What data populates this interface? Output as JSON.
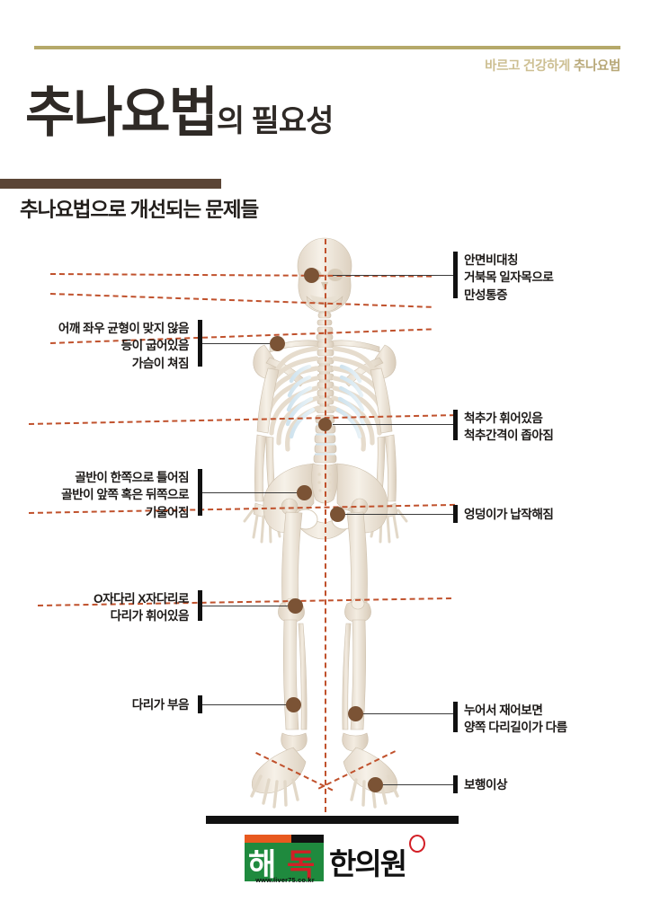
{
  "header": {
    "kicker_light": "바르고 건강하게",
    "kicker_bold": "추나요법",
    "title_main": "추나요법",
    "title_sub": "의 필요성",
    "subheading": "추나요법으로 개선되는 문제들"
  },
  "colors": {
    "rule_gold": "#b5a96a",
    "bar_brown": "#5b4536",
    "dash_red": "#c0512c",
    "dot_brown": "#7b5335",
    "bone": "#efe7dc",
    "cartilage": "#cfe3ee",
    "logo_green": "#1f8a3e",
    "logo_orange": "#e8591f",
    "logo_red": "#d31f26"
  },
  "annotations": {
    "left": [
      {
        "id": "shoulder",
        "lines": [
          "어깨 좌우 균형이 맞지 않음",
          "등이 굽어있음",
          "가슴이 쳐짐"
        ]
      },
      {
        "id": "pelvis",
        "lines": [
          "골반이 한쪽으로 틀어짐",
          "골반이 앞쪽 혹은 뒤쪽으로",
          "기울어짐"
        ]
      },
      {
        "id": "legs-bowed",
        "lines": [
          "O자다리 X자다리로",
          "다리가 휘어있음"
        ]
      },
      {
        "id": "leg-swelling",
        "lines": [
          "다리가 부음"
        ]
      }
    ],
    "right": [
      {
        "id": "face-neck",
        "lines": [
          "안면비대칭",
          "거북목 일자목으로",
          "만성통증"
        ]
      },
      {
        "id": "spine",
        "lines": [
          "척추가 휘어있음",
          "척추간격이 좁아짐"
        ]
      },
      {
        "id": "hip",
        "lines": [
          "엉덩이가 납작해짐"
        ]
      },
      {
        "id": "leg-length",
        "lines": [
          "누어서 재어보면",
          "양쪽 다리길이가 다름"
        ]
      },
      {
        "id": "gait",
        "lines": [
          "보행이상"
        ]
      }
    ]
  },
  "logo": {
    "char1": "해",
    "char2": "독",
    "word": "한의원",
    "url": "www.liver75.co.kr"
  }
}
